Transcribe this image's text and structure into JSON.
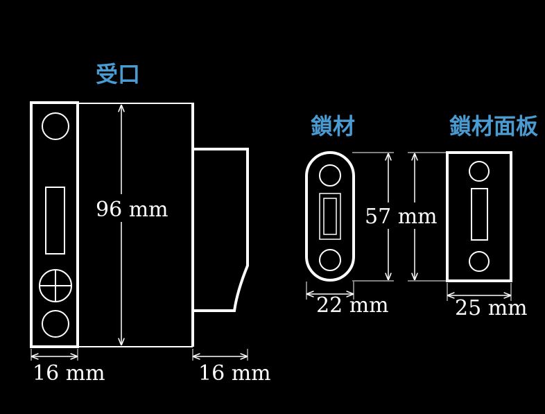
{
  "colors": {
    "background": "#000000",
    "line": "#ffffff",
    "title": "#4a9bd1"
  },
  "titles": {
    "receiver": "受口",
    "lock_bar": "鎖材",
    "lock_plate": "鎖材面板"
  },
  "dimensions": {
    "receiver_height": "96 mm",
    "receiver_left_width": "16 mm",
    "receiver_right_width": "16 mm",
    "lock_bar_height": "57 mm",
    "lock_bar_width": "22 mm",
    "lock_plate_width": "25 mm"
  }
}
